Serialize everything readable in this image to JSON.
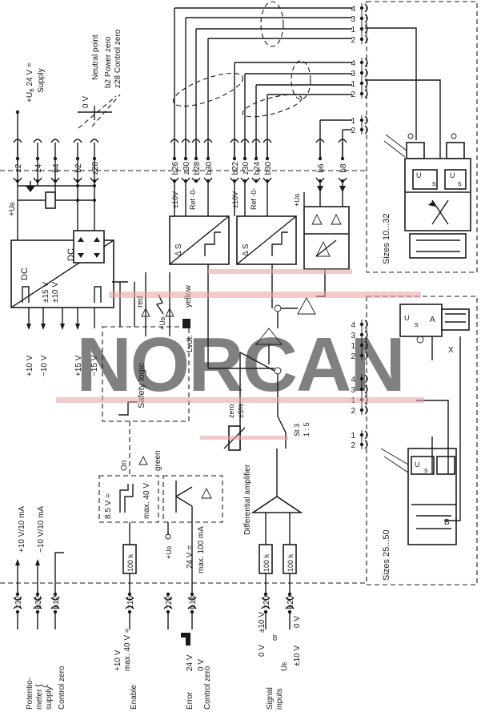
{
  "sections": {
    "sizes_top": "Sizes 10...32",
    "sizes_bottom": "Sizes 25...50"
  },
  "supply": {
    "ub_24v": "+U",
    "ub_sub": "B",
    "ub_rest": " 24 V =",
    "supply_word": "Supply",
    "zero_v": "0 V",
    "neutral_point": "Neutral point",
    "b2_power_zero": "b2 Power zero",
    "z28_control_zero": "z28 Control zero"
  },
  "top_pins": [
    "z2",
    "z4",
    "b4",
    "b2",
    "z28",
    "b26",
    "z30",
    "b28",
    "b30",
    "b22",
    "z30",
    "b24",
    "b30",
    "b6",
    "b8"
  ],
  "bottom_pins": [
    "z32",
    "b32",
    "b12",
    "z16",
    "z22",
    "b14",
    "z20",
    "b20"
  ],
  "connector_numbers": {
    "top_a": [
      "4",
      "3",
      "1",
      "2"
    ],
    "top_b": [
      "4",
      "3",
      "1",
      "2"
    ],
    "top_c": [
      "1",
      "2"
    ],
    "bot_a": [
      "4",
      "3",
      "1",
      "2"
    ],
    "bot_b": [
      "4",
      "3",
      "1",
      "2"
    ],
    "bot_c": [
      "1",
      "2"
    ]
  },
  "labels": {
    "pm10v_a": "±10V",
    "pm10v_b": "±10V",
    "ref_a": "Ref -0-",
    "ref_b": "Ref -0-",
    "plus_ub": "+U",
    "ub_b": "B",
    "dc_in": "DC",
    "dc_out": "DC",
    "pm15": "±15 V",
    "pm10": "±10 V",
    "delta_s_a": "Δ S",
    "delta_s_b": "Δ S",
    "plus10v": "+10 V",
    "minus10v": "−10 V",
    "plus15v": "+15 V",
    "minus15v": "−15 V",
    "red": "red",
    "yellow": "yellow",
    "lvdt": "Lvdt.",
    "safety_logic": "Safety logic",
    "green": "green",
    "on": "On",
    "eight_five": "8.5 V =",
    "max40": "max. 40 V",
    "zero": "zero",
    "pm5": "±5%",
    "st3": "St 3",
    "ratio": "1 : 5",
    "diff_amp": "Differential amplifier",
    "res_100k": "100 k",
    "pot_pos": "+10 V/10 mA",
    "pot_neg": "−10 V/10 mA",
    "err_24v": "24 V =",
    "err_max": "max. 100 mA",
    "enable_10v": "+10 V",
    "enable_max": "max. 40 V =",
    "err_24": "24 V",
    "err_0": "0 V",
    "sig_0v": "0 V",
    "sig_pm10": "±10 V",
    "sig_or": "or",
    "sig_ue": "U",
    "sig_ue_sub": "E",
    "sig_pm10b": "±10 V",
    "sig_0vb": "0 V",
    "b_label": "B",
    "x_label": "X",
    "a_label": "A",
    "u_label": "U",
    "s_label": "s"
  },
  "footer": {
    "potentiometer": "Potentio-",
    "meter": "meter",
    "supply": "supply",
    "control_zero": "Control zero",
    "enable": "Enable",
    "error": "Error",
    "control_zero2": "Control zero",
    "signal": "Signal",
    "inputs": "inputs"
  },
  "watermark": {
    "text": "NORCAN",
    "color": "#b4b4b4",
    "accent": "#e8a0a0"
  }
}
